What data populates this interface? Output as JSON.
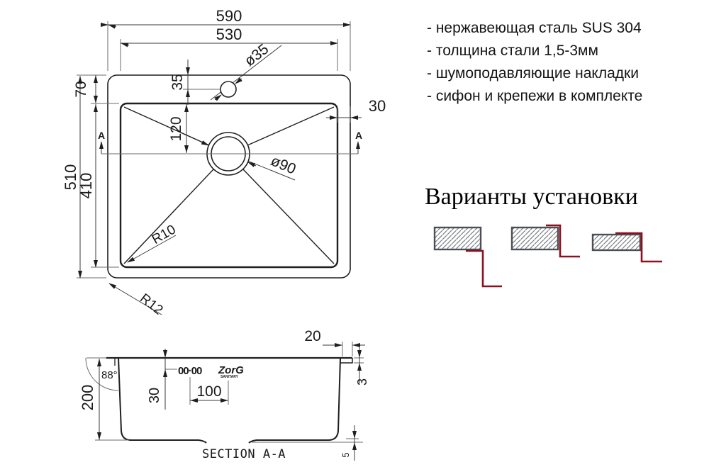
{
  "drawing": {
    "top_view": {
      "dim_outer_width": "590",
      "dim_inner_width": "530",
      "dim_outer_height": "510",
      "dim_inner_height": "410",
      "dim_deck": "70",
      "dim_faucet_offset": "35",
      "dim_drain_offset": "120",
      "dim_rim_side": "30",
      "faucet_diameter": "ø35",
      "drain_diameter": "ø90",
      "radius_inner": "R10",
      "radius_outer": "R12",
      "section_marker": "A"
    },
    "section_view": {
      "title": "SECTION A-A",
      "dim_depth": "200",
      "dim_angle": "88°",
      "dim_logo_offset": "30",
      "dim_logo_distance": "100",
      "dim_rim_overhang": "20",
      "dim_rim_thickness": "3",
      "dim_recess_depth": "5",
      "emboss_mark": "00·00",
      "brand": "ZorG",
      "brand_sub": "SANITARY"
    }
  },
  "specs": {
    "items": [
      "- нержавеющая сталь SUS 304",
      "- толщина стали 1,5-3мм",
      "- шумоподавляющие накладки",
      "- сифон и крепежи в комплекте"
    ]
  },
  "install": {
    "title": "Варианты установки",
    "options": [
      "undermount",
      "flush-mount",
      "overmount"
    ]
  },
  "colors": {
    "line": "#1f1f1f",
    "accent_red": "#8b1020",
    "hatch": "#7a7f85"
  }
}
